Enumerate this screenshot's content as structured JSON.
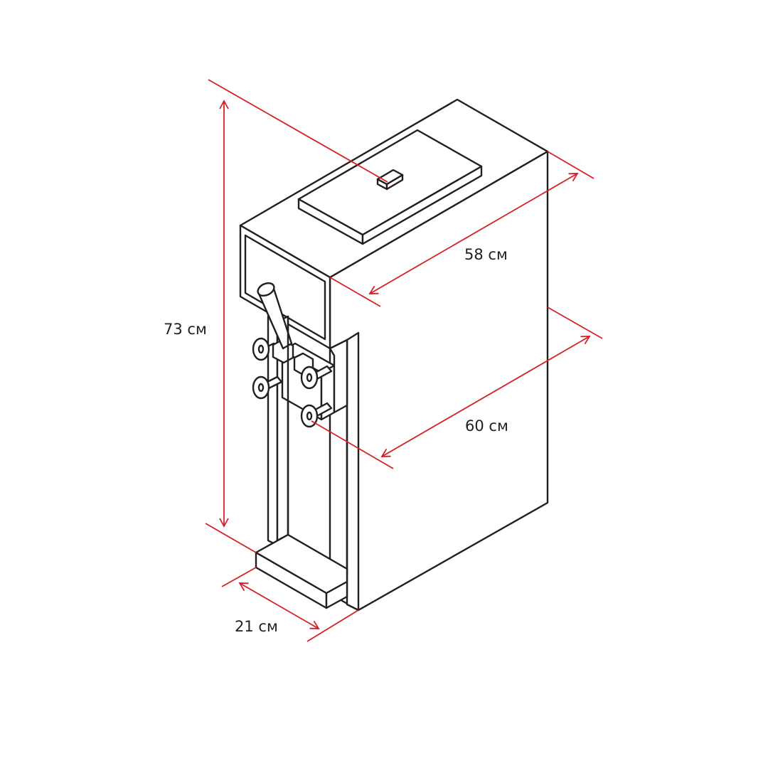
{
  "colors": {
    "outline": "#231f20",
    "dimension": "#d62027",
    "background": "#ffffff"
  },
  "dimensions": {
    "height": "73 см",
    "top_depth": "58 см",
    "depth": "60 см",
    "width": "21 см"
  }
}
